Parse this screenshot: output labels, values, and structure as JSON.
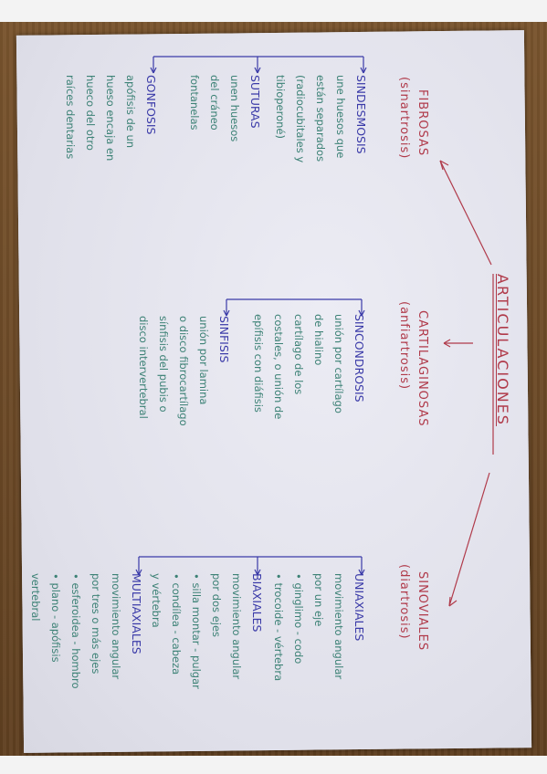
{
  "title": "ARTICULACIONES",
  "fibrosas": {
    "name": "FIBROSAS",
    "alt": "(sinartrosis)"
  },
  "cartilaginosas": {
    "name": "CARTILAGINOSAS",
    "alt": "(anfiartrosis)"
  },
  "sinoviales": {
    "name": "SINOVIALES",
    "alt": "(diartrosis)"
  },
  "sindesmosis": {
    "label": "SINDESMOSIS",
    "lines": [
      "une huesos que",
      "están separados",
      "(radiocubitales y",
      "tibioperoné)"
    ]
  },
  "suturas": {
    "label": "SUTURAS",
    "lines": [
      "unen huesos",
      "del cráneo",
      "fontanelas"
    ]
  },
  "gonfosis": {
    "label": "GONFOSIS",
    "lines": [
      "apófisis de un",
      "hueso encaja en",
      "hueco del otro",
      "raíces dentarias"
    ]
  },
  "sincondrosis": {
    "label": "SINCONDROSIS",
    "lines": [
      "unión por cartílago",
      "de hialino",
      "cartílago de los",
      "costales, o unión de",
      "epífisis con diáfisis"
    ]
  },
  "sinfisis": {
    "label": "SINFISIS",
    "lines": [
      "unión por lamina",
      "o disco fibrocartílago",
      "sínfisis del pubis o",
      "disco intervertebral"
    ]
  },
  "uniaxiales": {
    "label": "UNIAXIALES",
    "lines": [
      "movimiento angular",
      "por un eje",
      "• ginglimo - codo",
      "• trocoide - vértebra"
    ]
  },
  "biaxiales": {
    "label": "BIAXIALES",
    "lines": [
      "movimiento angular",
      "por dos ejes",
      "• silla montar - pulgar",
      "• condílea - cabeza",
      "   y vértebra"
    ]
  },
  "multiaxiales": {
    "label": "MULTIAXIALES",
    "lines": [
      "movimiento angular",
      "por tres o más ejes",
      "• esferoidea - hombro",
      "• plano - apófisis",
      "   vertebral"
    ]
  }
}
